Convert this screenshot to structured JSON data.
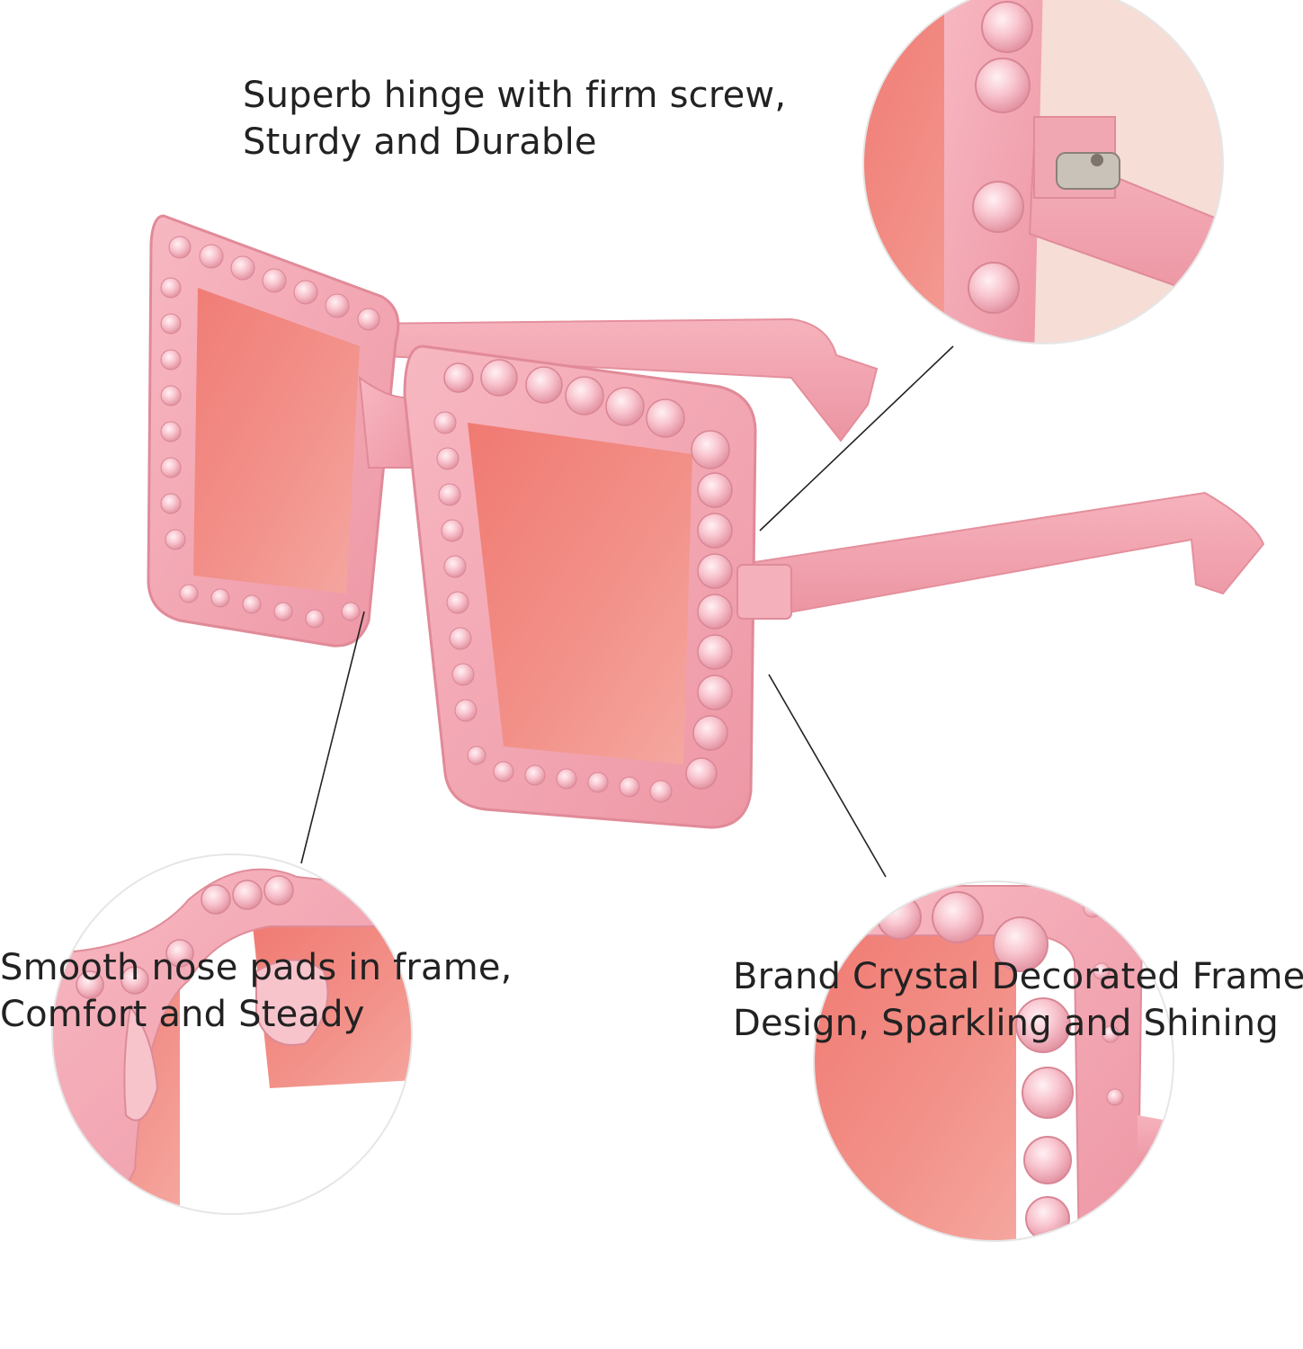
{
  "captions": {
    "hinge": {
      "line1": "Superb hinge with firm screw,",
      "line2": "Sturdy and Durable"
    },
    "nose_pads": {
      "line1": "Smooth nose pads in frame,",
      "line2": "Comfort and Steady"
    },
    "crystal": {
      "line1": "Brand Crystal Decorated Frame",
      "line2": "Design, Sparkling and Shining"
    }
  },
  "colors": {
    "background": "#ffffff",
    "frame": "#f4a9b4",
    "frame_dark": "#e8818f",
    "lens": "#f0877f",
    "lens_light": "#f5a39b",
    "crystal": "#fbd3da",
    "crystal_shade": "#e89aa8",
    "leader_line": "#222222",
    "hinge_metal": "#c9c2b8"
  },
  "image": {
    "subject": "pink-square-rhinestone-sunglasses",
    "detail_circles": [
      "hinge-detail",
      "nose-pad-detail",
      "crystal-frame-detail"
    ]
  }
}
